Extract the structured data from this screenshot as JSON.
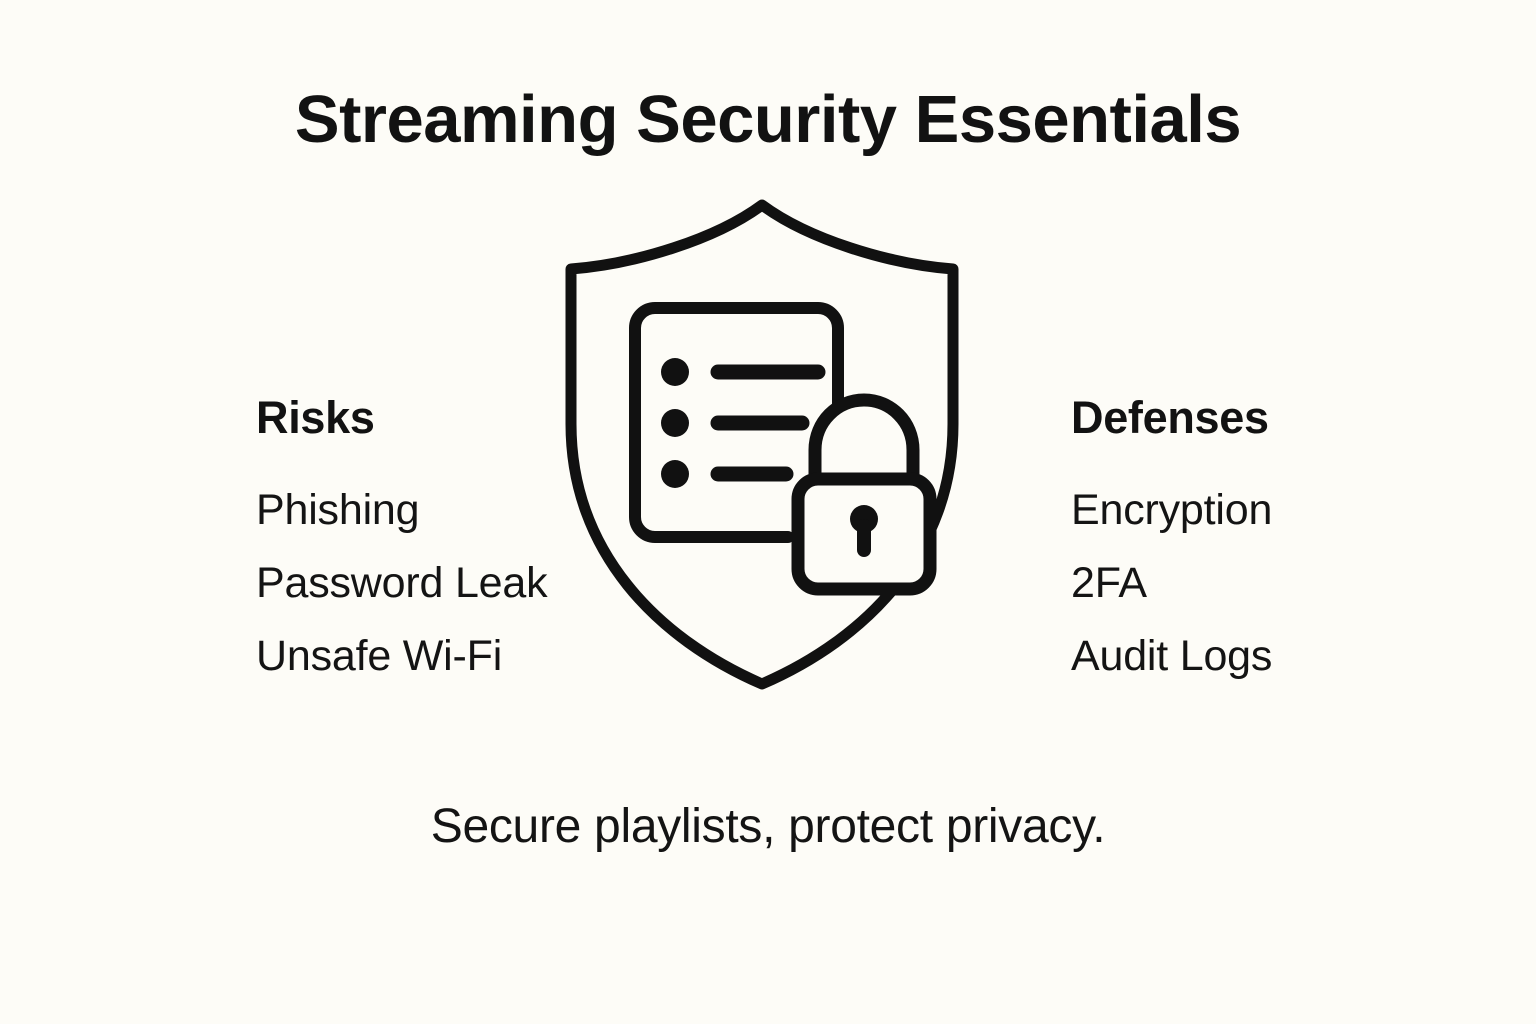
{
  "page": {
    "title": "Streaming Security Essentials",
    "footer_caption": "Secure playlists, protect privacy.",
    "background_color": "#FDFCF7",
    "ink_color": "#121212"
  },
  "columns": {
    "risks": {
      "heading": "Risks",
      "items": [
        "Phishing",
        "Password Leak",
        "Unsafe Wi-Fi"
      ]
    },
    "defenses": {
      "heading": "Defenses",
      "items": [
        "Encryption",
        "2FA",
        "Audit Logs"
      ]
    }
  },
  "icon": {
    "name": "shield-with-checklist-and-lock-icon",
    "parts": [
      "shield-outline",
      "checklist-document",
      "checklist-bullet",
      "checklist-line",
      "padlock"
    ],
    "stroke_color": "#111111",
    "bullet_count": 3
  }
}
